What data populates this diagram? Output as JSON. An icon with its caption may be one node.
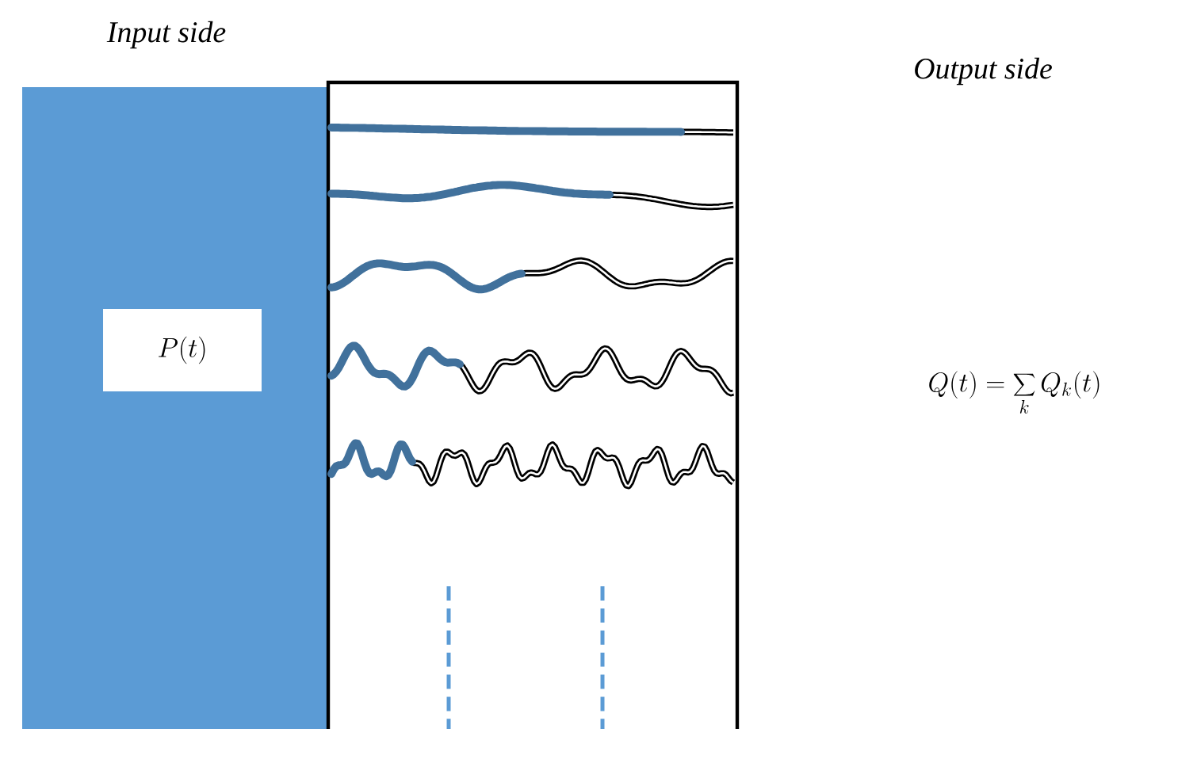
{
  "diagram": {
    "nodes": [
      {
        "text": [
          "Input side"
        ]
      },
      {
        "text": [
          "P(t)"
        ],
        "in": 0
      },
      {
        "text": [],
        "shape": "box"
      }
    ],
    "labels": [
      "Output side",
      "Q(t) = \\sum_k Q_k(t)"
    ]
  }
}
